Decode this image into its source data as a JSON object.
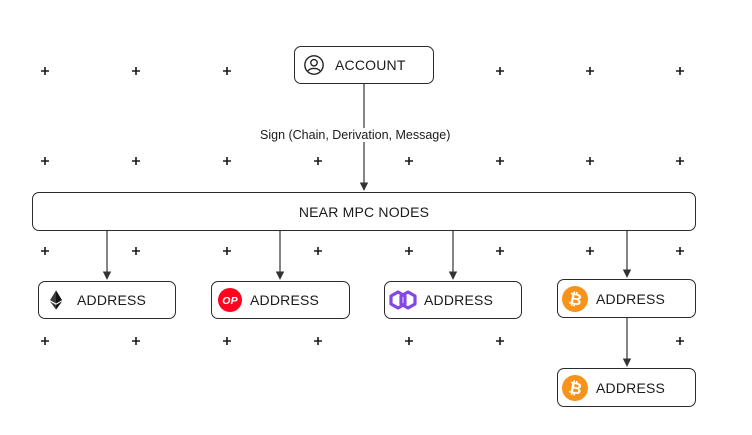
{
  "account": {
    "label": "ACCOUNT",
    "icon": "user-circle-icon"
  },
  "edge_label": "Sign (Chain, Derivation, Message)",
  "mpc": {
    "label": "NEAR MPC NODES"
  },
  "addresses": [
    {
      "label": "ADDRESS",
      "icon": "ethereum-icon",
      "color": "#3c3c3d"
    },
    {
      "label": "ADDRESS",
      "icon": "optimism-icon",
      "color": "#ff0420",
      "icon_text": "OP"
    },
    {
      "label": "ADDRESS",
      "icon": "polygon-icon",
      "color": "#8247e5"
    },
    {
      "label": "ADDRESS",
      "icon": "bitcoin-icon",
      "color": "#f7931a"
    },
    {
      "label": "ADDRESS",
      "icon": "bitcoin-icon",
      "color": "#f7931a"
    }
  ],
  "colors": {
    "line": "#333333",
    "grid_marker": "#1a1a1a"
  }
}
